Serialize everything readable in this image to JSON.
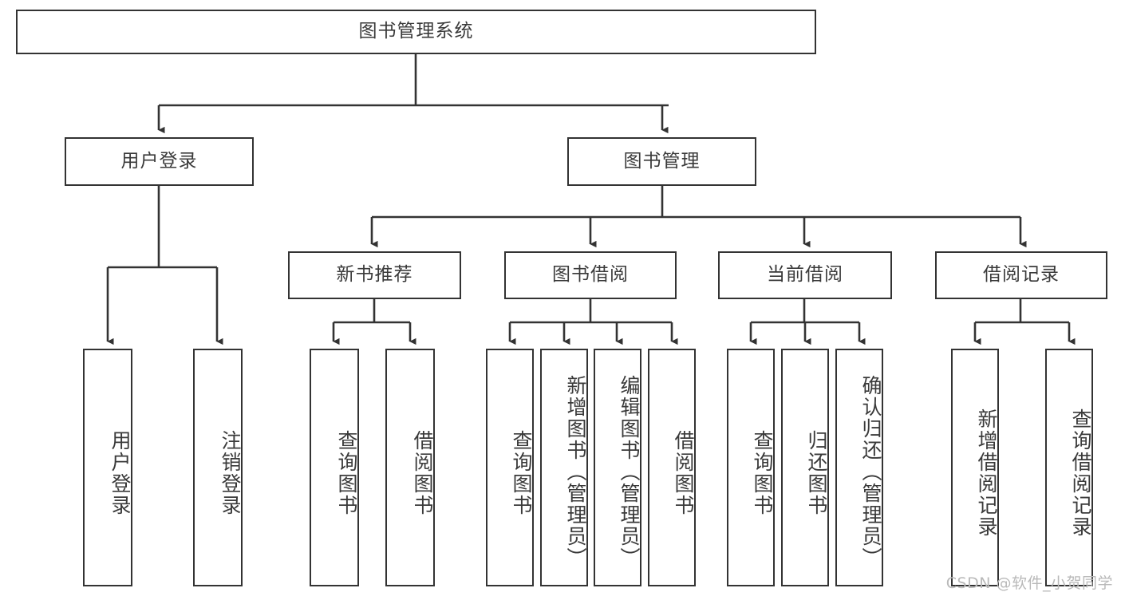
{
  "diagram": {
    "type": "tree",
    "title": "图书管理系统",
    "orientation": "top-down",
    "colors": {
      "box_border": "#333333",
      "box_fill": "#ffffff",
      "text": "#3a3a3a",
      "edge": "#333333",
      "watermark": "#b9b9b9",
      "background": "#ffffff"
    }
  },
  "root": {
    "label": "图书管理系统"
  },
  "level1": [
    {
      "label": "用户登录"
    },
    {
      "label": "图书管理"
    }
  ],
  "level2": [
    {
      "label": "新书推荐"
    },
    {
      "label": "图书借阅"
    },
    {
      "label": "当前借阅"
    },
    {
      "label": "借阅记录"
    }
  ],
  "leaves": {
    "user_login": [
      {
        "label": "用户登录"
      },
      {
        "label": "注销登录"
      }
    ],
    "new_book_recommend": [
      {
        "label": "查询图书"
      },
      {
        "label": "借阅图书"
      }
    ],
    "book_borrow": [
      {
        "label": "查询图书"
      },
      {
        "label": "新增图书（管理员）"
      },
      {
        "label": "编辑图书（管理员）"
      },
      {
        "label": "借阅图书"
      }
    ],
    "current_borrow": [
      {
        "label": "查询图书"
      },
      {
        "label": "归还图书"
      },
      {
        "label": "确认归还（管理员）"
      }
    ],
    "borrow_record": [
      {
        "label": "新增借阅记录"
      },
      {
        "label": "查询借阅记录"
      }
    ]
  },
  "watermark": {
    "text": "CSDN @软件_小贺同学"
  }
}
